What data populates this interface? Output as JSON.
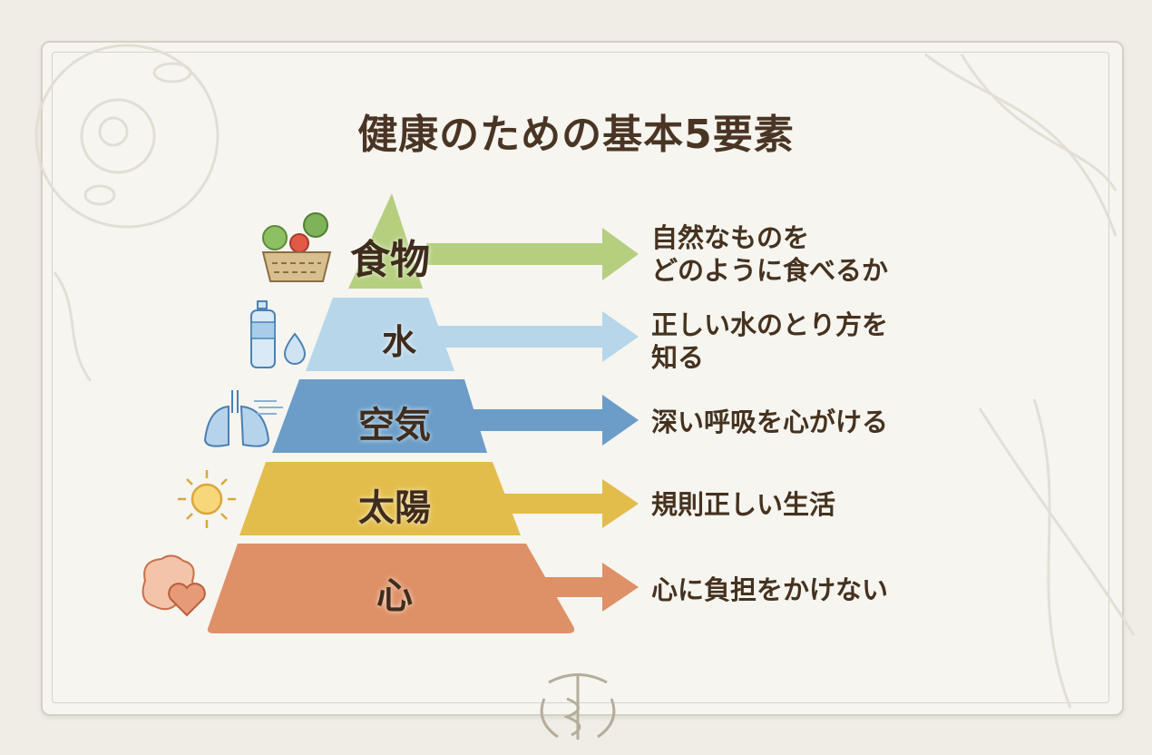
{
  "title": "健康のための基本5要素",
  "levels": [
    {
      "label": "食物",
      "description_lines": [
        "自然なものを",
        "どのように食べるか"
      ],
      "icon": "food-basket-icon",
      "color": "#b5cf7f"
    },
    {
      "label": "水",
      "description_lines": [
        "正しい水のとり方を",
        "知る"
      ],
      "icon": "water-bottle-icon",
      "color": "#b7d6ea"
    },
    {
      "label": "空気",
      "description_lines": [
        "深い呼吸を心がける"
      ],
      "icon": "lungs-icon",
      "color": "#6b9dc8"
    },
    {
      "label": "太陽",
      "description_lines": [
        "規則正しい生活"
      ],
      "icon": "sun-icon",
      "color": "#e3bd4c"
    },
    {
      "label": "心",
      "description_lines": [
        "心に負担をかけない"
      ],
      "icon": "brain-heart-icon",
      "color": "#de9166"
    }
  ]
}
